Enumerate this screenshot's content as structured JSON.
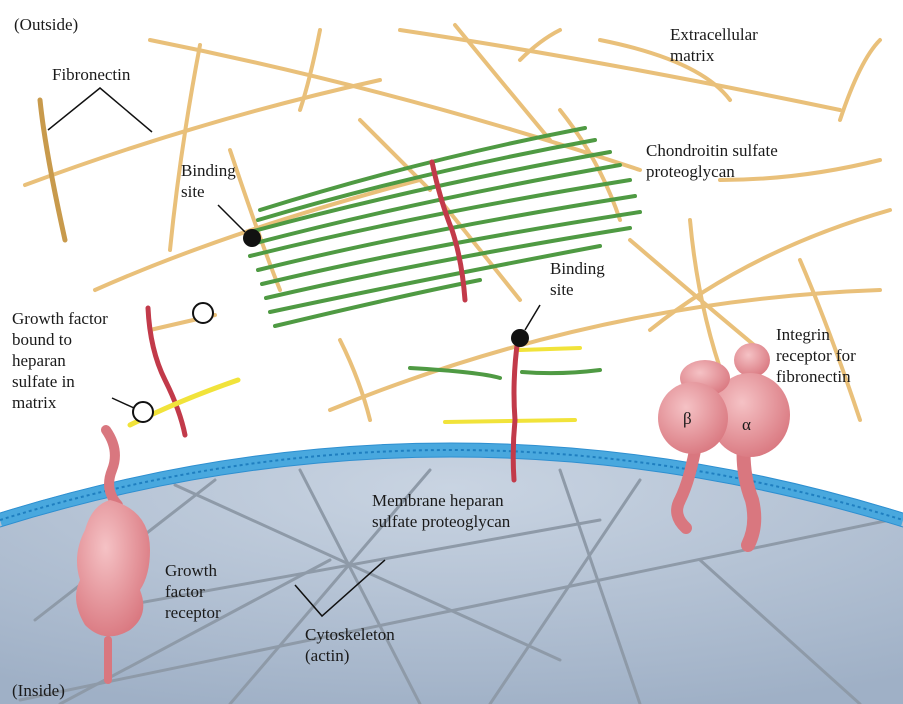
{
  "regions": {
    "outside": "(Outside)",
    "inside": "(Inside)",
    "extracellular_matrix": "Extracellular\nmatrix"
  },
  "labels": {
    "fibronectin": "Fibronectin",
    "binding_site_left": "Binding\nsite",
    "binding_site_right": "Binding\nsite",
    "chondroitin": "Chondroitin sulfate\nproteoglycan",
    "growth_factor_bound": "Growth factor\nbound to\nheparan\nsulfate in\nmatrix",
    "integrin": "Integrin\nreceptor for\nfibronectin",
    "beta": "β",
    "alpha": "α",
    "membrane_heparan": "Membrane heparan\nsulfate proteoglycan",
    "growth_factor_receptor": "Growth\nfactor\nreceptor",
    "cytoskeleton": "Cytoskeleton\n(actin)"
  },
  "colors": {
    "fibronectin": "#e9c07a",
    "fibronectin_dark": "#c89a4c",
    "chondroitin": "#4f9a43",
    "core_protein": "#c23a4a",
    "heparan": "#f1e33a",
    "cell": "#b9c7d8",
    "membrane": "#49a8de",
    "actin": "#8e9aa8",
    "receptor": "#e79aa0"
  }
}
